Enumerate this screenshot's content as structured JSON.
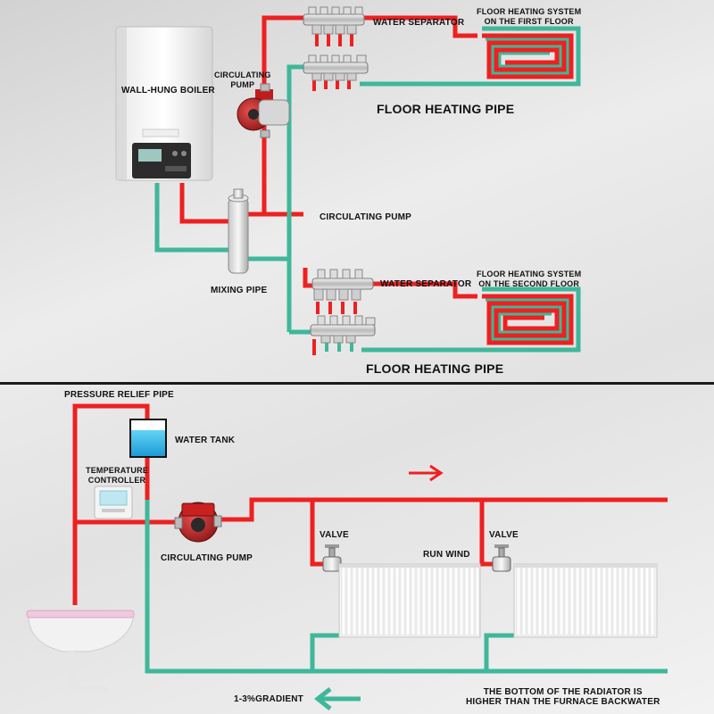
{
  "top": {
    "boiler_label": "WALL-HUNG BOILER",
    "pump_top_label": "CIRCULATING\nPUMP",
    "water_separator_1": "WATER SEPARATOR",
    "floor_system_1": "FLOOR HEATING SYSTEM\nON THE FIRST FLOOR",
    "floor_heating_pipe_1": "FLOOR HEATING PIPE",
    "circulating_pump_mid": "CIRCULATING PUMP",
    "mixing_pipe": "MIXING PIPE",
    "water_separator_2": "WATER SEPARATOR",
    "floor_system_2": "FLOOR HEATING SYSTEM\nON THE SECOND FLOOR",
    "floor_heating_pipe_2": "FLOOR HEATING PIPE"
  },
  "bottom": {
    "pressure_relief_pipe": "PRESSURE RELIEF PIPE",
    "water_tank": "WATER TANK",
    "temperature_controller": "TEMPERATURE\nCONTROLLER",
    "circulating_pump": "CIRCULATING PUMP",
    "valve_1": "VALVE",
    "valve_2": "VALVE",
    "run_wind": "RUN WIND",
    "gradient": "1-3%GRADIENT",
    "radiator_note": "THE BOTTOM OF THE RADIATOR IS\nHIGHER THAN THE FURNACE BACKWATER"
  },
  "colors": {
    "hot_pipe": "#ee2020",
    "return_pipe": "#3fb79a",
    "divider": "#1a1a1a"
  },
  "icons": [
    "boiler-icon",
    "pump-icon",
    "manifold-icon",
    "coil-icon",
    "water-tank-icon",
    "thermostat-icon",
    "valve-icon",
    "radiator-icon",
    "arrow-right-icon",
    "arrow-left-icon",
    "sink-icon"
  ]
}
